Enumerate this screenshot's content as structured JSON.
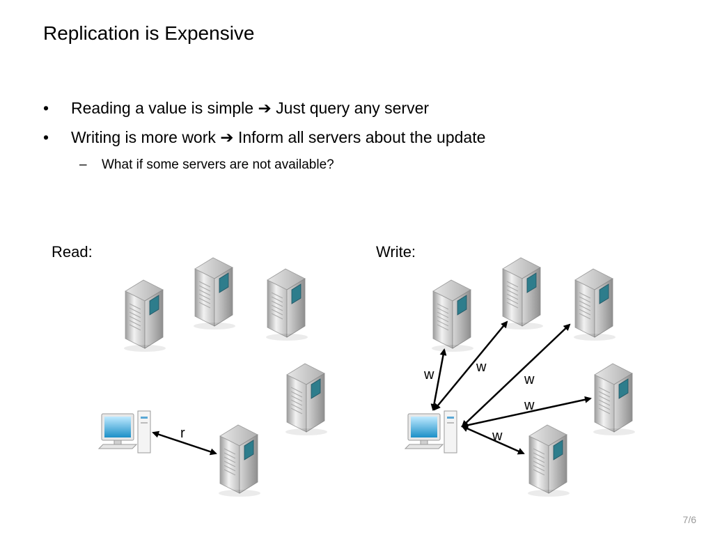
{
  "slide": {
    "title": "Replication is Expensive",
    "bullets": [
      {
        "text": "Reading a value is simple",
        "arrow": "➔",
        "after": "Just query any server"
      },
      {
        "text": "Writing is more work",
        "arrow": "➔",
        "after": "Inform all servers about the update"
      }
    ],
    "sub_bullet": "What if some servers are not available?",
    "read_label": "Read:",
    "write_label": "Write:",
    "read_edge_label": "r",
    "write_edge_labels": [
      "w",
      "w",
      "w",
      "w",
      "w"
    ],
    "page_number": "7/6"
  },
  "icons": {
    "server": "server-tower-icon",
    "client": "desktop-computer-icon"
  }
}
